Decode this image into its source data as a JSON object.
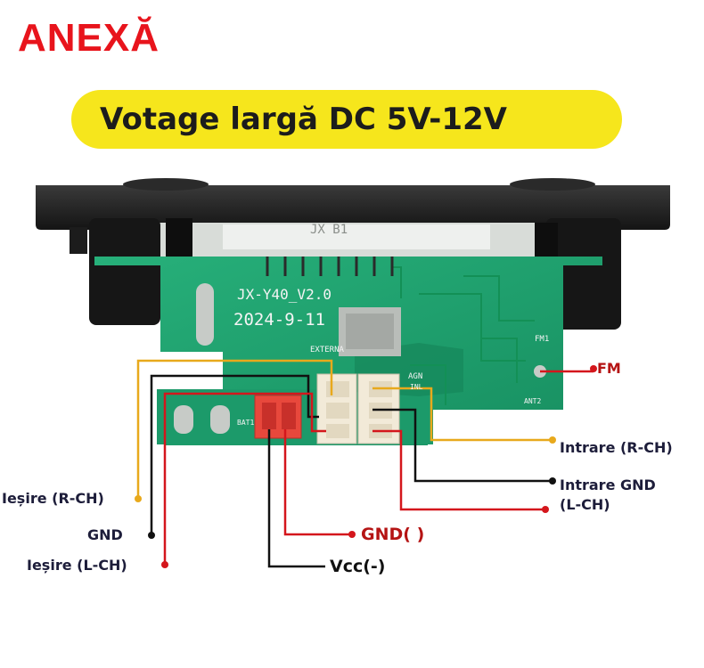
{
  "title": "ANEXĂ",
  "banner": "Votage largă DC 5V-12V",
  "board": {
    "model": "JX-Y40_V2.0",
    "date": "2024-9-11",
    "silk_external": "EXTERNA",
    "silk_agn": "AGN",
    "silk_inl": "INL",
    "silk_ant": "ANT2",
    "silk_fm1": "FM1",
    "silk_bat": "BAT1",
    "silk_top": "JX B1"
  },
  "labels": {
    "fm": "FM",
    "input_r": "Intrare (R-CH)",
    "input_gnd": "Intrare GND",
    "input_l": "(L-CH)",
    "output_r": "Ieșire (R-CH)",
    "gnd": "GND",
    "output_l": "Ieșire (L-CH)",
    "gnd_power": "GND( )",
    "vcc": "Vcc(-)"
  },
  "colors": {
    "title": "#e8141c",
    "banner": "#f6e61c",
    "pcb": "#1fa672",
    "wire_yellow": "#e8a91c",
    "wire_black": "#111111",
    "wire_red": "#d4161c"
  }
}
